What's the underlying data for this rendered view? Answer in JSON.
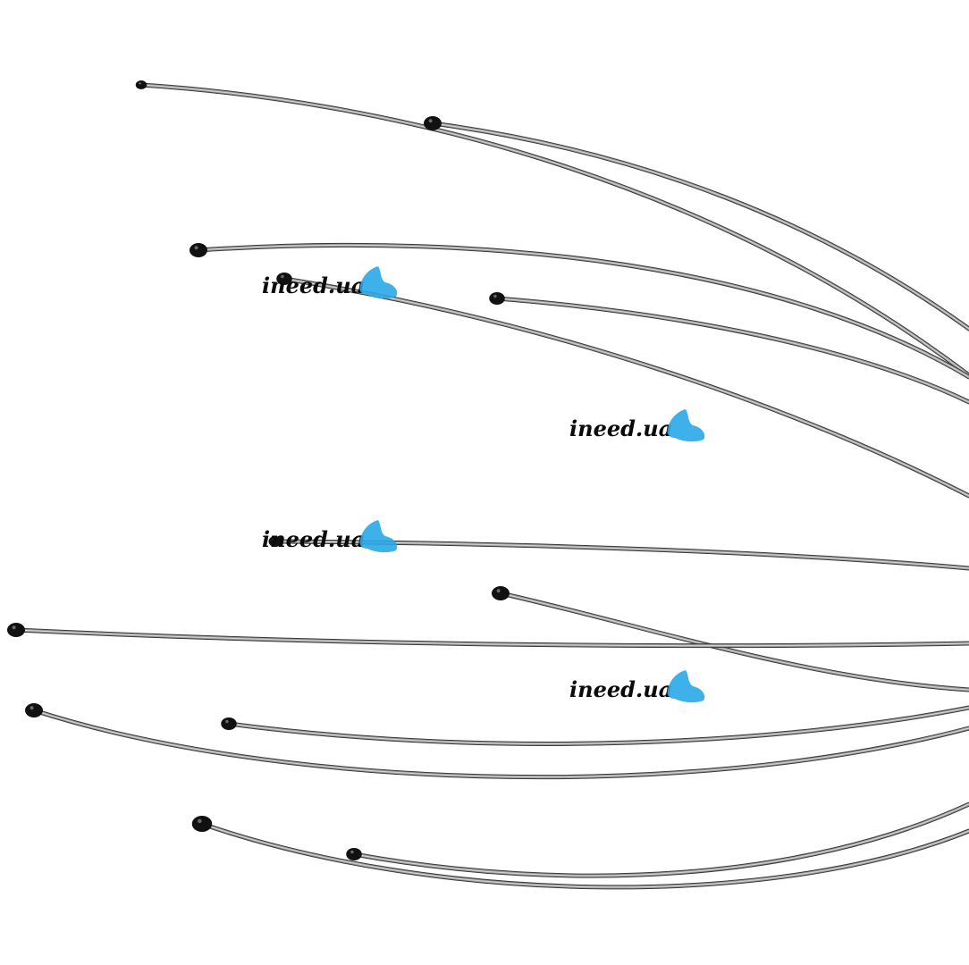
{
  "image": {
    "description_kind": "product-photo",
    "background_color": "#ffffff",
    "wire_color": "#9a9a9a",
    "bead_color": "#111111"
  },
  "watermarks": [
    {
      "text": "ineed.ua",
      "logo_color": "#29a9e8"
    },
    {
      "text": "ineed.ua",
      "logo_color": "#29a9e8"
    },
    {
      "text": "ineed.ua",
      "logo_color": "#29a9e8"
    },
    {
      "text": "ineed.ua",
      "logo_color": "#29a9e8"
    }
  ]
}
